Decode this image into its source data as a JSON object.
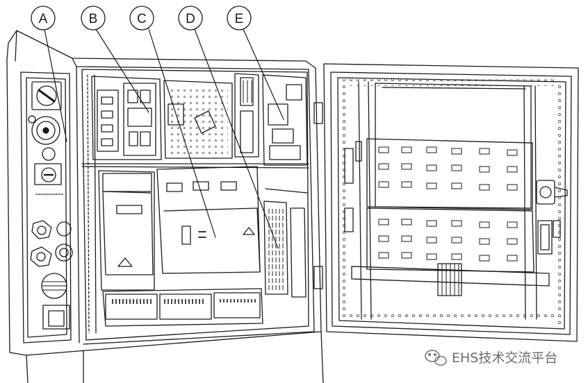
{
  "callouts": [
    {
      "id": "A",
      "label": "A"
    },
    {
      "id": "B",
      "label": "B"
    },
    {
      "id": "C",
      "label": "C"
    },
    {
      "id": "D",
      "label": "D"
    },
    {
      "id": "E",
      "label": "E"
    }
  ],
  "watermark": {
    "text": "EHS技术交流平台",
    "icon": "wechat-icon"
  },
  "colors": {
    "line": "#1a1a1a",
    "background": "#ffffff",
    "watermark": "#6b6b6b"
  }
}
